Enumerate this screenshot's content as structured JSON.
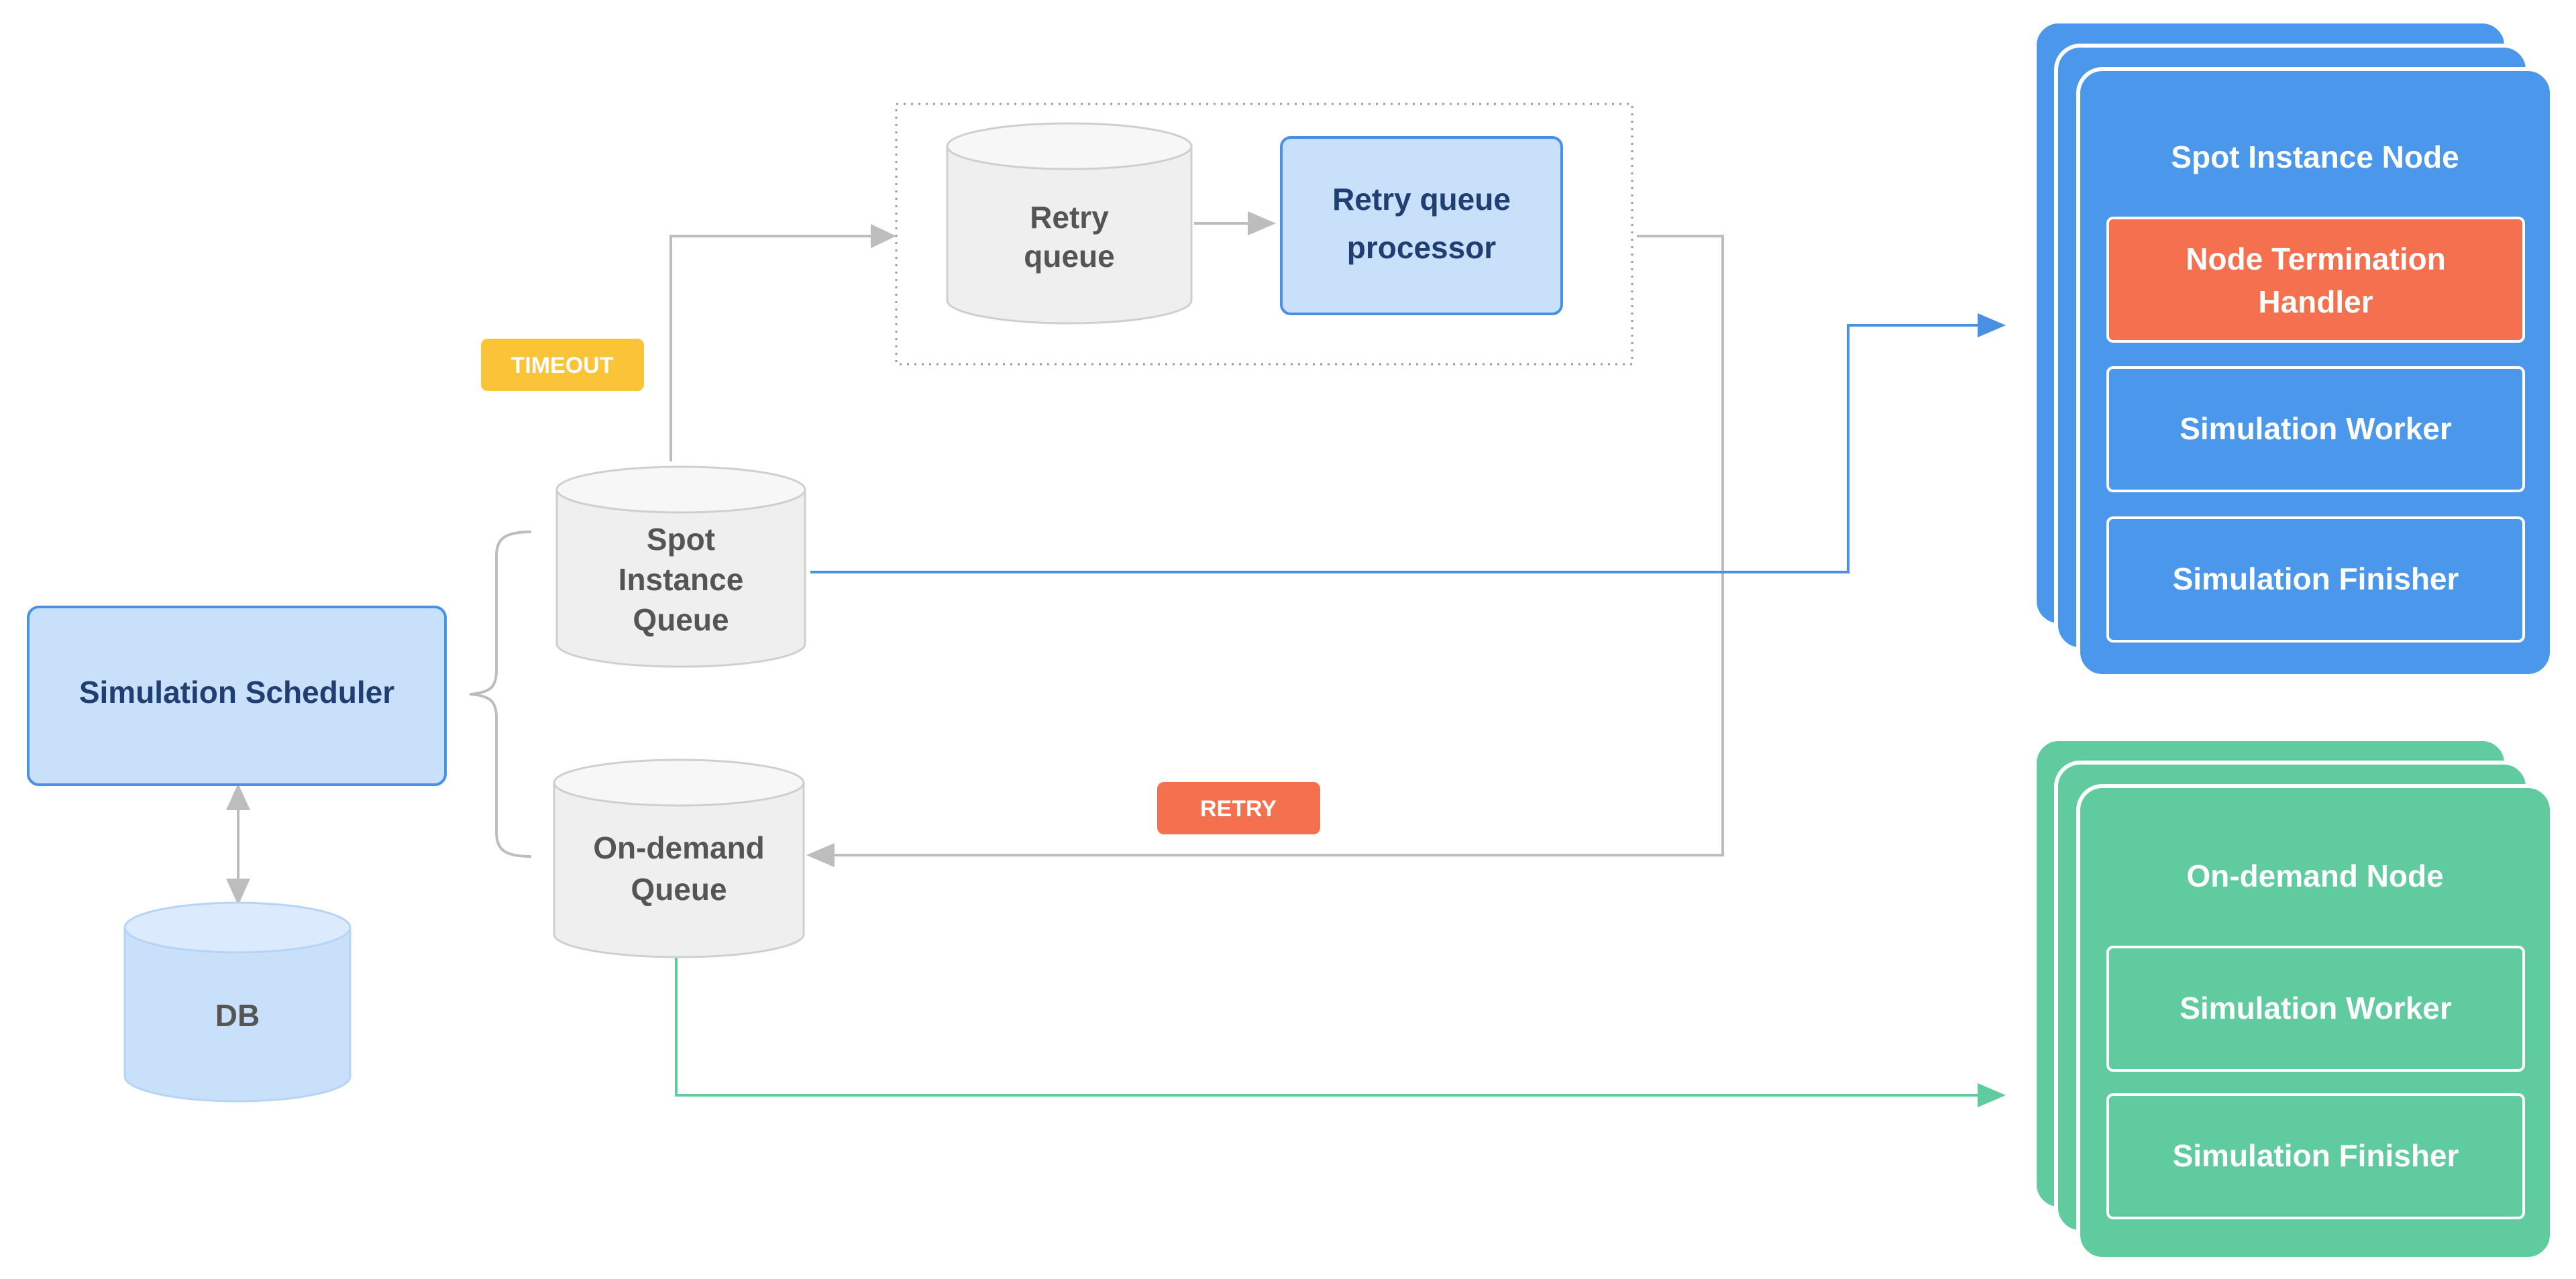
{
  "colors": {
    "blue_fill": "#c9e0fb",
    "blue_stroke": "#4a90e2",
    "blue_text": "#1f3f73",
    "grey_fill": "#efefef",
    "grey_stroke": "#cfcfcf",
    "grey_text": "#555555",
    "spot_node": "#4a97ec",
    "ondemand_node": "#5fcb9e",
    "termination": "#f4704f",
    "timeout_badge": "#fbc337",
    "retry_badge": "#f4704f",
    "arrow_grey": "#bdbdbd",
    "arrow_blue": "#4a90e2",
    "arrow_green": "#5fcb9e"
  },
  "scheduler": {
    "label": "Simulation Scheduler"
  },
  "db": {
    "label": "DB"
  },
  "spot_queue": {
    "lines": [
      "Spot",
      "Instance",
      "Queue"
    ]
  },
  "ondemand_queue": {
    "lines": [
      "On-demand",
      "Queue"
    ]
  },
  "retry_queue": {
    "lines": [
      "Retry",
      "queue"
    ]
  },
  "retry_processor": {
    "lines": [
      "Retry queue",
      "processor"
    ]
  },
  "badges": {
    "timeout": "TIMEOUT",
    "retry": "RETRY"
  },
  "spot_node": {
    "title": "Spot Instance Node",
    "termination_lines": [
      "Node Termination",
      "Handler"
    ],
    "worker": "Simulation Worker",
    "finisher": "Simulation Finisher"
  },
  "ondemand_node": {
    "title": "On-demand Node",
    "worker": "Simulation Worker",
    "finisher": "Simulation Finisher"
  }
}
